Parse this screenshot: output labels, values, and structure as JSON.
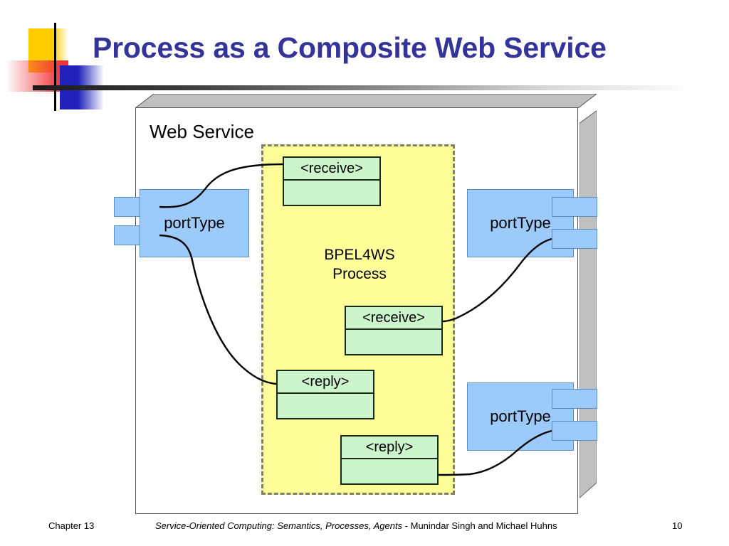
{
  "slide": {
    "title": "Process as a Composite Web Service",
    "title_color": "#333399"
  },
  "decoration": {
    "yellow_color": "#ffcc00",
    "red_color": "#f0343c",
    "blue_color": "#2222bb",
    "rule_color": "#1a1a1a"
  },
  "diagram": {
    "outer_label": "Web Service",
    "outer_box_fill": "#ffffff",
    "outer_box_bevel": "#c0c0c0",
    "process_region": {
      "label_line1": "BPEL4WS",
      "label_line2": "Process",
      "fill": "#ffff99",
      "border": "#808067"
    },
    "activities": [
      {
        "id": "receive-1",
        "label": "<receive>"
      },
      {
        "id": "receive-2",
        "label": "<receive>"
      },
      {
        "id": "reply-1",
        "label": "<reply>"
      },
      {
        "id": "reply-2",
        "label": "<reply>"
      }
    ],
    "activity_fill": "#ccf5cc",
    "activity_border": "#1a2a1a",
    "porttypes": [
      {
        "id": "left",
        "label": "portType",
        "tabs": 2
      },
      {
        "id": "right-top",
        "label": "portType",
        "tabs": 2
      },
      {
        "id": "right-bottom",
        "label": "portType",
        "tabs": 2
      }
    ],
    "porttype_fill": "#9ccbfb",
    "porttype_border": "#5a8fc8",
    "connectors": [
      {
        "from": "porttype-left.tab-1",
        "to": "activity-receive-1"
      },
      {
        "from": "porttype-left.tab-2",
        "to": "activity-reply-1"
      },
      {
        "from": "porttype-right-top.tab-2",
        "to": "activity-receive-2"
      },
      {
        "from": "porttype-right-bottom.tab-2",
        "to": "activity-reply-2"
      }
    ]
  },
  "footer": {
    "chapter": "Chapter 13",
    "book_title": "Service-Oriented Computing: Semantics, Processes, Agents",
    "authors": " - Munindar Singh and Michael Huhns",
    "page": "10"
  }
}
